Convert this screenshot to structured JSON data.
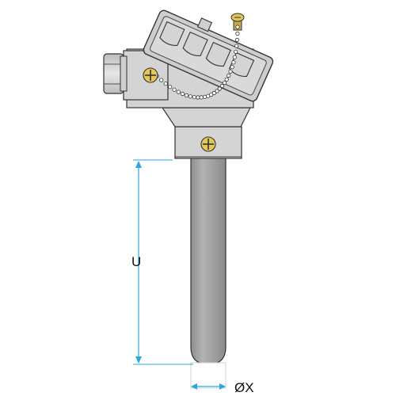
{
  "labels": {
    "length": "U",
    "diameter": "ØX"
  },
  "colors": {
    "dimension": "#29a9e0",
    "housing": "#d4d4d4",
    "outline": "#333333",
    "probe": "#a6a6a6",
    "screw": "#e2c65a",
    "chain": "#ffffff"
  },
  "icons": {
    "cable-gland": "hex-nut",
    "screws": "phillips-screw",
    "chain": "bead-chain"
  }
}
